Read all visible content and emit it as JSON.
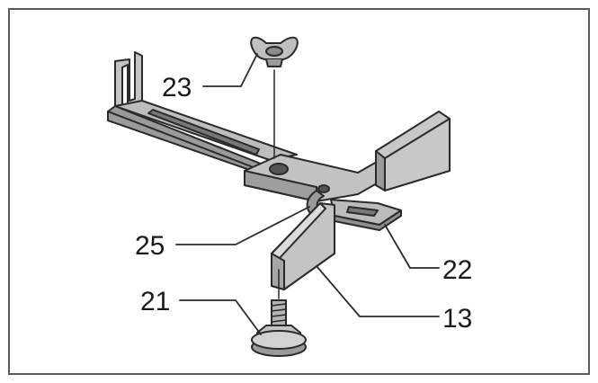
{
  "diagram": {
    "part_colors": {
      "body": "#bdbdbd",
      "body_dark": "#8c8c8c",
      "outline": "#2a2a2a",
      "hole": "#555555",
      "text": "#1a1a1a"
    },
    "callouts": [
      {
        "id": "wing-nut",
        "label": "23"
      },
      {
        "id": "spring",
        "label": "25"
      },
      {
        "id": "guide-plate",
        "label": "22"
      },
      {
        "id": "screw",
        "label": "21"
      },
      {
        "id": "guide",
        "label": "13"
      }
    ]
  }
}
